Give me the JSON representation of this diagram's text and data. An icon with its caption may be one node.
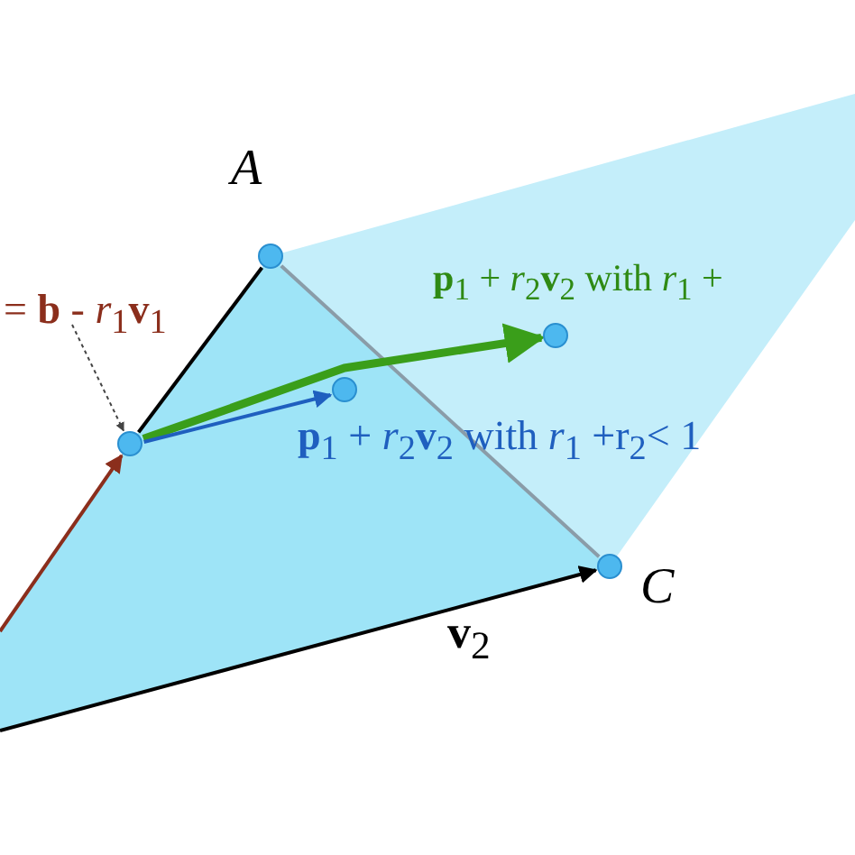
{
  "diagram": {
    "nodes": [
      {
        "text": [
          "= **b** - *r*$_{1}$**v**$_{1}$"
        ]
      },
      {
        "text": [],
        "shape": "circle",
        "beside": [
          "*A*"
        ]
      },
      {
        "text": [],
        "shape": "circle"
      },
      {
        "text": [],
        "shape": "circle",
        "beside": [
          "**p**$_{1}$ + *r*$_{2}$**v**$_{2}$ with *r*$_{1}$ +r$_{2}$< 1"
        ]
      },
      {
        "text": [],
        "shape": "circle",
        "beside": [
          "**p**$_{1}$ + *r*$_{2}$**v**$_{2}$ with *r*$_{1}$ +"
        ]
      },
      {
        "text": [],
        "shape": "circle",
        "beside": [
          "*C*"
        ]
      }
    ],
    "edges": [
      {
        "from": 0,
        "to": 2,
        "arrow": "to",
        "style": "dashed",
        "color": "#444444"
      },
      {
        "from": null,
        "to": 2,
        "arrow": "to",
        "color": "#8b2e1c"
      },
      {
        "from": 2,
        "to": 1,
        "arrow": "none"
      },
      {
        "from": 1,
        "to": 5,
        "arrow": "none",
        "color": "#8a9ca8"
      },
      {
        "from": null,
        "to": 5,
        "arrow": "to",
        "label": "**v**$_{2}$"
      },
      {
        "from": 2,
        "to": 4,
        "arrow": "to",
        "style": "thick",
        "color": "#3a9e1a"
      },
      {
        "from": 2,
        "to": 3,
        "arrow": "to",
        "color": "#1f5fbf"
      }
    ]
  }
}
